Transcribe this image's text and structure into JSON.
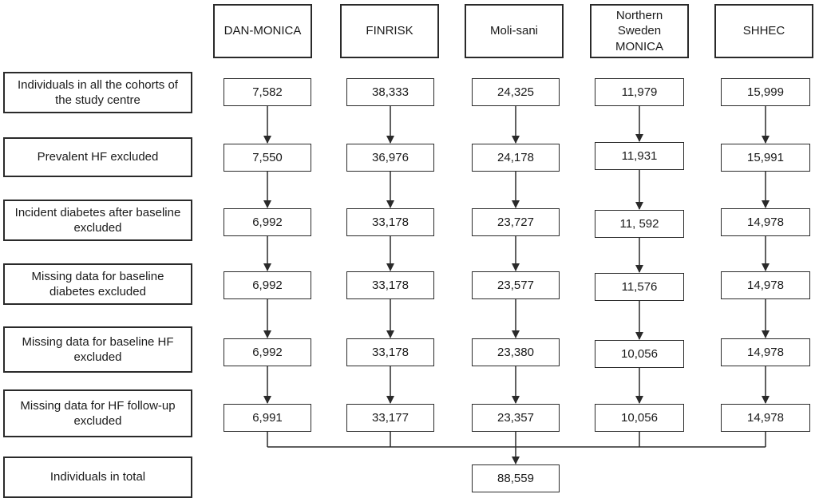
{
  "cohorts": [
    "DAN-MONICA",
    "FINRISK",
    "Moli-sani",
    "Northern Sweden MONICA",
    "SHHEC"
  ],
  "stages": [
    {
      "label": "Individuals in all the cohorts of the study centre",
      "values": [
        "7,582",
        "38,333",
        "24,325",
        "11,979",
        "15,999"
      ]
    },
    {
      "label": "Prevalent HF excluded",
      "values": [
        "7,550",
        "36,976",
        "24,178",
        "11,931",
        "15,991"
      ]
    },
    {
      "label": "Incident diabetes after baseline excluded",
      "values": [
        "6,992",
        "33,178",
        "23,727",
        "11, 592",
        "14,978"
      ]
    },
    {
      "label": "Missing data for baseline diabetes excluded",
      "values": [
        "6,992",
        "33,178",
        "23,577",
        "11,576",
        "14,978"
      ]
    },
    {
      "label": "Missing data for baseline HF excluded",
      "values": [
        "6,992",
        "33,178",
        "23,380",
        "10,056",
        "14,978"
      ]
    },
    {
      "label": "Missing data for HF follow-up excluded",
      "values": [
        "6,991",
        "33,177",
        "23,357",
        "10,056",
        "14,978"
      ]
    }
  ],
  "total": {
    "label": "Individuals in total",
    "value": "88,559"
  }
}
